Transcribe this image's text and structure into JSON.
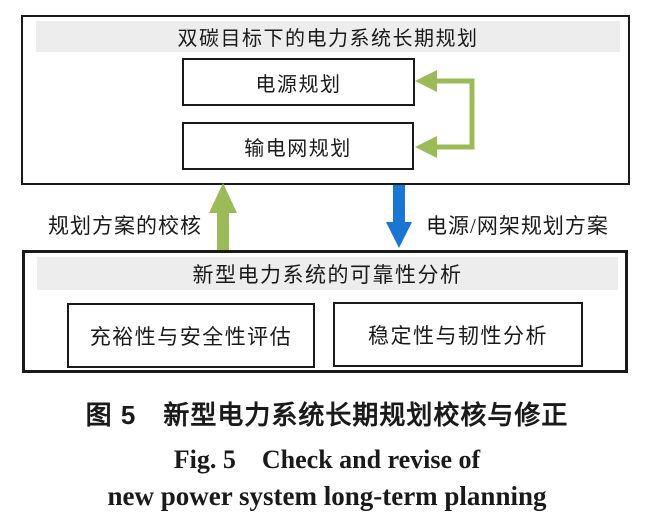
{
  "colors": {
    "green_arrow": "#9bbb59",
    "blue_arrow": "#1b75d2",
    "header_bg": "#ededed",
    "border": "#1a1a1a"
  },
  "top_section": {
    "header": "双碳目标下的电力系统长期规划",
    "nodes": [
      {
        "label": "电源规划"
      },
      {
        "label": "输电网规划"
      }
    ]
  },
  "flows": {
    "up_label": "规划方案的校核",
    "down_label": "电源/网架规划方案"
  },
  "bottom_section": {
    "header": "新型电力系统的可靠性分析",
    "nodes": [
      {
        "label": "充裕性与安全性评估"
      },
      {
        "label": "稳定性与韧性分析"
      }
    ]
  },
  "caption": {
    "zh": "图 5　新型电力系统长期规划校核与修正",
    "en_line1": "Fig. 5　Check and revise of",
    "en_line2": "new power system long-term planning"
  },
  "icons": {
    "feedback_loop": "loop-left-arrows-icon",
    "up_flow": "arrow-up-icon",
    "down_flow": "arrow-down-icon"
  }
}
